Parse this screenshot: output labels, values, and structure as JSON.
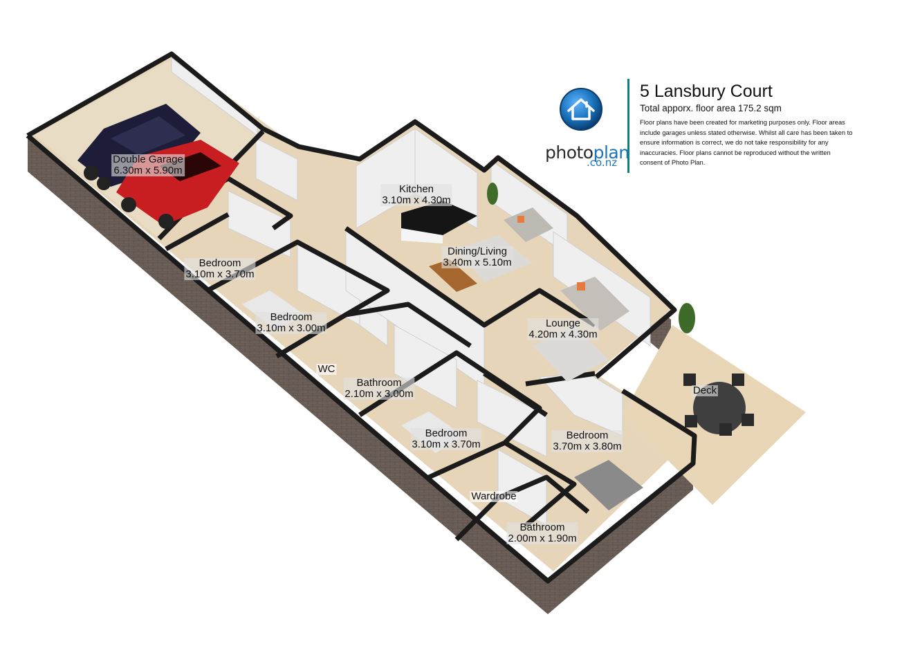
{
  "header": {
    "address": "5 Lansbury Court",
    "floor_area": "Total apporx. floor area 175.2 sqm",
    "disclaimer": "Floor plans have been created for marketing purposes only. Floor areas include garages unless stated otherwise. Whilst all care has been taken to ensure information is correct, we do not take responsibility for any inaccuracies. Floor plans cannot be reproduced without the written consent of Photo Plan."
  },
  "logo": {
    "part1": "photo",
    "part2": "plan",
    "suffix": ".co.nz",
    "icon": "house-logo-icon",
    "color": "#1a74bc"
  },
  "colors": {
    "floor": "#e6d5b8",
    "wall_top": "#1c1c1c",
    "brick": "#6a5e56",
    "wall_inner": "#f1f1f1",
    "accent": "#0f7f86"
  },
  "rooms": [
    {
      "id": "double-garage",
      "name": "Double Garage",
      "size": "6.30m x 5.90m"
    },
    {
      "id": "kitchen",
      "name": "Kitchen",
      "size": "3.10m x 4.30m"
    },
    {
      "id": "dining-living",
      "name": "Dining/Living",
      "size": "3.40m x 5.10m"
    },
    {
      "id": "bedroom-1",
      "name": "Bedroom",
      "size": "3.10m x 3.70m"
    },
    {
      "id": "bedroom-2",
      "name": "Bedroom",
      "size": "3.10m x 3.00m"
    },
    {
      "id": "lounge",
      "name": "Lounge",
      "size": "4.20m x 4.30m"
    },
    {
      "id": "wc",
      "name": "WC",
      "size": ""
    },
    {
      "id": "bathroom-1",
      "name": "Bathroom",
      "size": "2.10m x 3.00m"
    },
    {
      "id": "deck",
      "name": "Deck",
      "size": ""
    },
    {
      "id": "bedroom-3",
      "name": "Bedroom",
      "size": "3.10m x 3.70m"
    },
    {
      "id": "bedroom-4",
      "name": "Bedroom",
      "size": "3.70m x 3.80m"
    },
    {
      "id": "wardrobe",
      "name": "Wardrobe",
      "size": ""
    },
    {
      "id": "bathroom-2",
      "name": "Bathroom",
      "size": "2.00m x 1.90m"
    }
  ]
}
